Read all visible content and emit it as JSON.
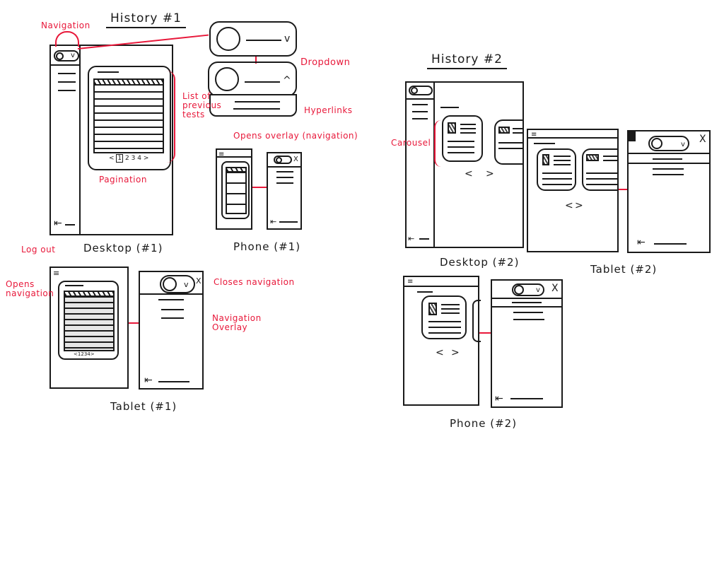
{
  "sections": {
    "history1_title": "History #1",
    "history2_title": "History #2"
  },
  "captions": {
    "desktop1": "Desktop (#1)",
    "phone1": "Phone (#1)",
    "tablet1": "Tablet (#1)",
    "desktop2": "Desktop (#2)",
    "tablet2": "Tablet (#2)",
    "phone2": "Phone (#2)"
  },
  "annotations": {
    "navigation": "Navigation",
    "dropdown": "Dropdown",
    "list_of_previous_tests": "List of previous tests",
    "hyperlinks": "Hyperlinks",
    "opens_overlay": "Opens overlay (navigation)",
    "pagination": "Pagination",
    "log_out": "Log out",
    "opens_navigation": "Opens navigation",
    "closes_navigation": "Closes navigation",
    "navigation_overlay": "Navigation Overlay",
    "carousel": "Carousel"
  },
  "pagination": {
    "prev": "<",
    "pages": [
      "1",
      "2",
      "3",
      "4"
    ],
    "current": "1",
    "next": ">"
  },
  "carousel": {
    "prev": "<",
    "next": ">"
  },
  "icons": {
    "user": "user-avatar-icon",
    "chevron_down": "v",
    "chevron_up": "^",
    "close": "X",
    "menu": "≡",
    "logout": "⇤"
  },
  "colors": {
    "ink": "#1a1a1a",
    "annotation": "#e8183a"
  }
}
